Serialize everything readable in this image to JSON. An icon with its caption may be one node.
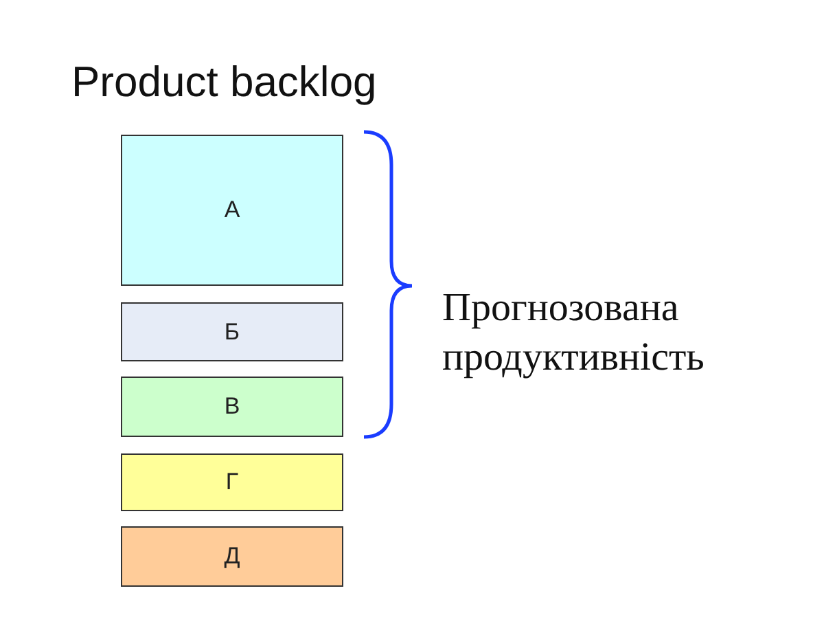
{
  "diagram": {
    "title": "Product backlog",
    "nodes": [
      {
        "text": [
          "А"
        ]
      },
      {
        "text": [
          "Б"
        ]
      },
      {
        "text": [
          "В"
        ]
      },
      {
        "text": [
          "Г"
        ]
      },
      {
        "text": [
          "Д"
        ]
      }
    ],
    "labels": [
      "Прогнозована продуктивність"
    ]
  }
}
